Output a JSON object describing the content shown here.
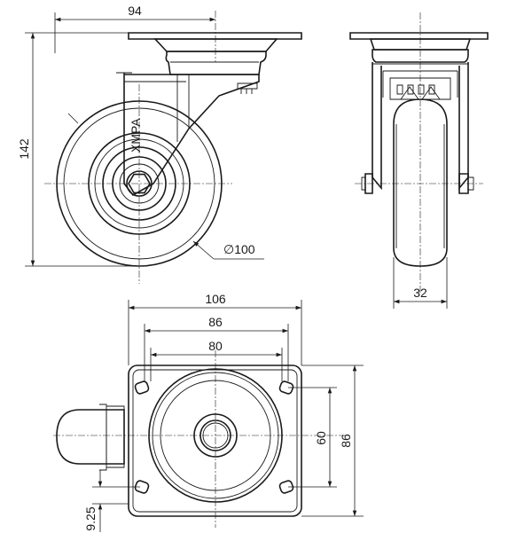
{
  "dimensions": {
    "side_width": "94",
    "total_height": "142",
    "wheel_diameter": "∅100",
    "wheel_width": "32",
    "plate_width": "106",
    "hole_spacing_outer": "86",
    "hole_spacing_inner": "80",
    "plate_length": "86",
    "hole_spacing_length": "60",
    "offset": "9.25"
  },
  "brand_mark": "XMPA",
  "colors": {
    "line": "#1a1a1a",
    "background": "#ffffff"
  }
}
